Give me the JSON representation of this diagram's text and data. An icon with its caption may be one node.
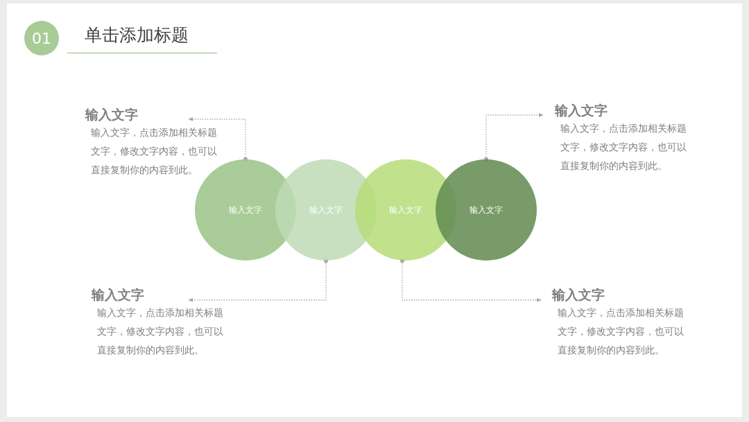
{
  "diagram": {
    "title": "单击添加标题",
    "nodes": [
      {
        "text": [
          "01"
        ]
      },
      {
        "text": [
          "输入文字"
        ]
      },
      {
        "text": [
          "输入文字"
        ]
      },
      {
        "text": [
          "输入文字"
        ]
      },
      {
        "text": [
          "输入文字"
        ]
      },
      {
        "text": [
          "输入文字",
          "输入文字，点击添加相关标题文字，修改文字内容，也可以直接复制你的内容到此。"
        ]
      },
      {
        "text": [
          "输入文字",
          "输入文字，点击添加相关标题文字，修改文字内容，也可以直接复制你的内容到此。"
        ]
      },
      {
        "text": [
          "输入文字",
          "输入文字，点击添加相关标题文字，修改文字内容，也可以直接复制你的内容到此。"
        ]
      },
      {
        "text": [
          "输入文字",
          "输入文字，点击添加相关标题文字，修改文字内容，也可以直接复制你的内容到此。"
        ]
      }
    ],
    "edges": [
      {
        "from": 1,
        "to": 5,
        "arrow": "to",
        "style": "dashed"
      },
      {
        "from": 4,
        "to": 6,
        "arrow": "to",
        "style": "dashed"
      },
      {
        "from": 2,
        "to": 7,
        "arrow": "to",
        "style": "dashed"
      },
      {
        "from": 3,
        "to": 8,
        "arrow": "to",
        "style": "dashed"
      }
    ]
  }
}
